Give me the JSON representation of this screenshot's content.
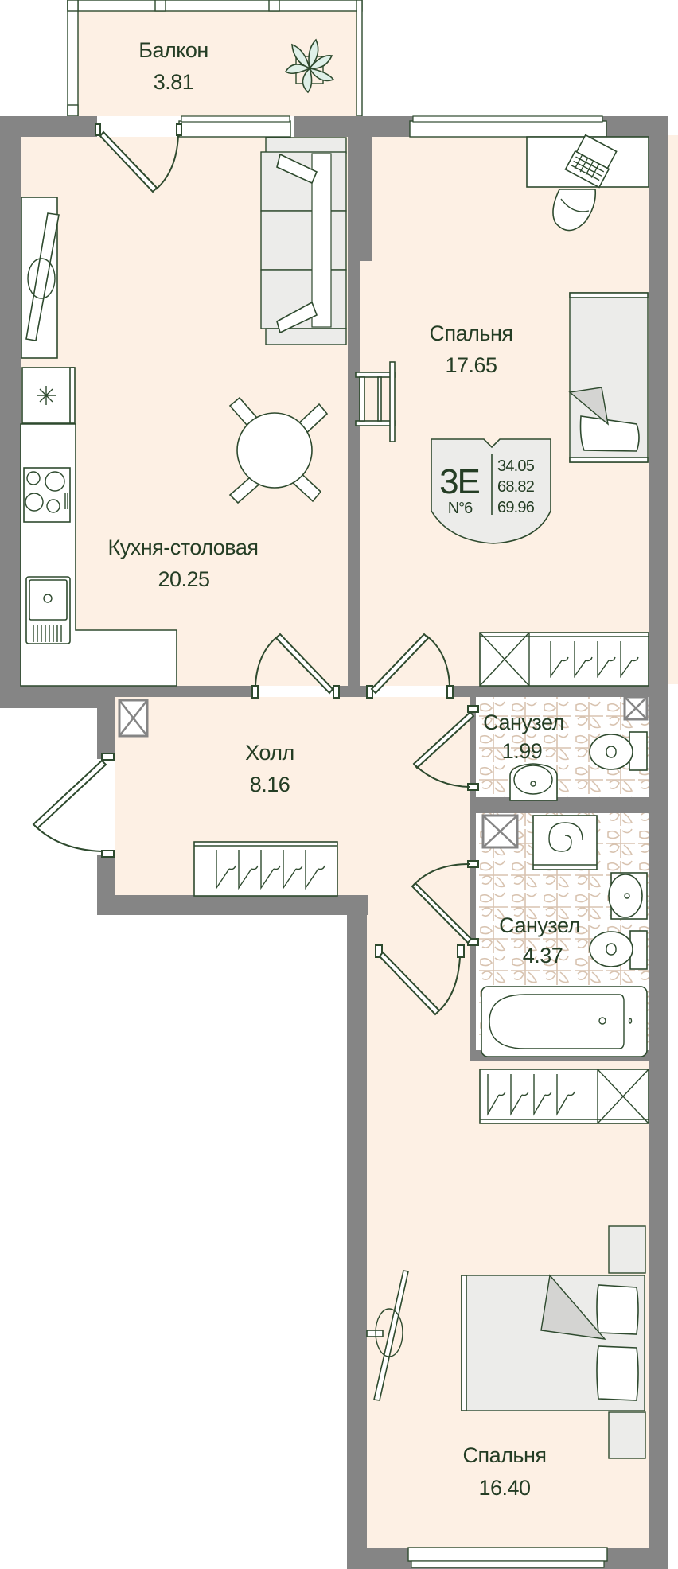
{
  "plan": {
    "type": "apartment floor plan",
    "colors": {
      "floor": "#fdf0e4",
      "wall": "#858585",
      "ink": "#243d24",
      "furniture_fill": "#ececea",
      "tile": "#d8c3b0"
    },
    "rooms": [
      {
        "id": "balcony",
        "name": "Балкон",
        "area": "3.81"
      },
      {
        "id": "kitchen",
        "name": "Кухня-столовая",
        "area": "20.25"
      },
      {
        "id": "bedroom1",
        "name": "Спальня",
        "area": "17.65"
      },
      {
        "id": "hall",
        "name": "Холл",
        "area": "8.16"
      },
      {
        "id": "bath1",
        "name": "Санузел",
        "area": "1.99"
      },
      {
        "id": "bath2",
        "name": "Санузел",
        "area": "4.37"
      },
      {
        "id": "bedroom2",
        "name": "Спальня",
        "area": "16.40"
      }
    ],
    "badge": {
      "type": "3E",
      "number": "N°6",
      "areas": [
        "34.05",
        "68.82",
        "69.96"
      ]
    },
    "icons": [
      "plant-icon",
      "sofa-icon",
      "tv-icon",
      "fridge-icon",
      "stove-icon",
      "sink-icon",
      "dining-table-icon",
      "desk-icon",
      "laptop-icon",
      "chair-icon",
      "single-bed-icon",
      "double-bed-icon",
      "wardrobe-icon",
      "toilet-icon",
      "washbasin-icon",
      "bathtub-icon",
      "washing-machine-icon",
      "vent-shaft-icon",
      "ladder-icon"
    ]
  }
}
